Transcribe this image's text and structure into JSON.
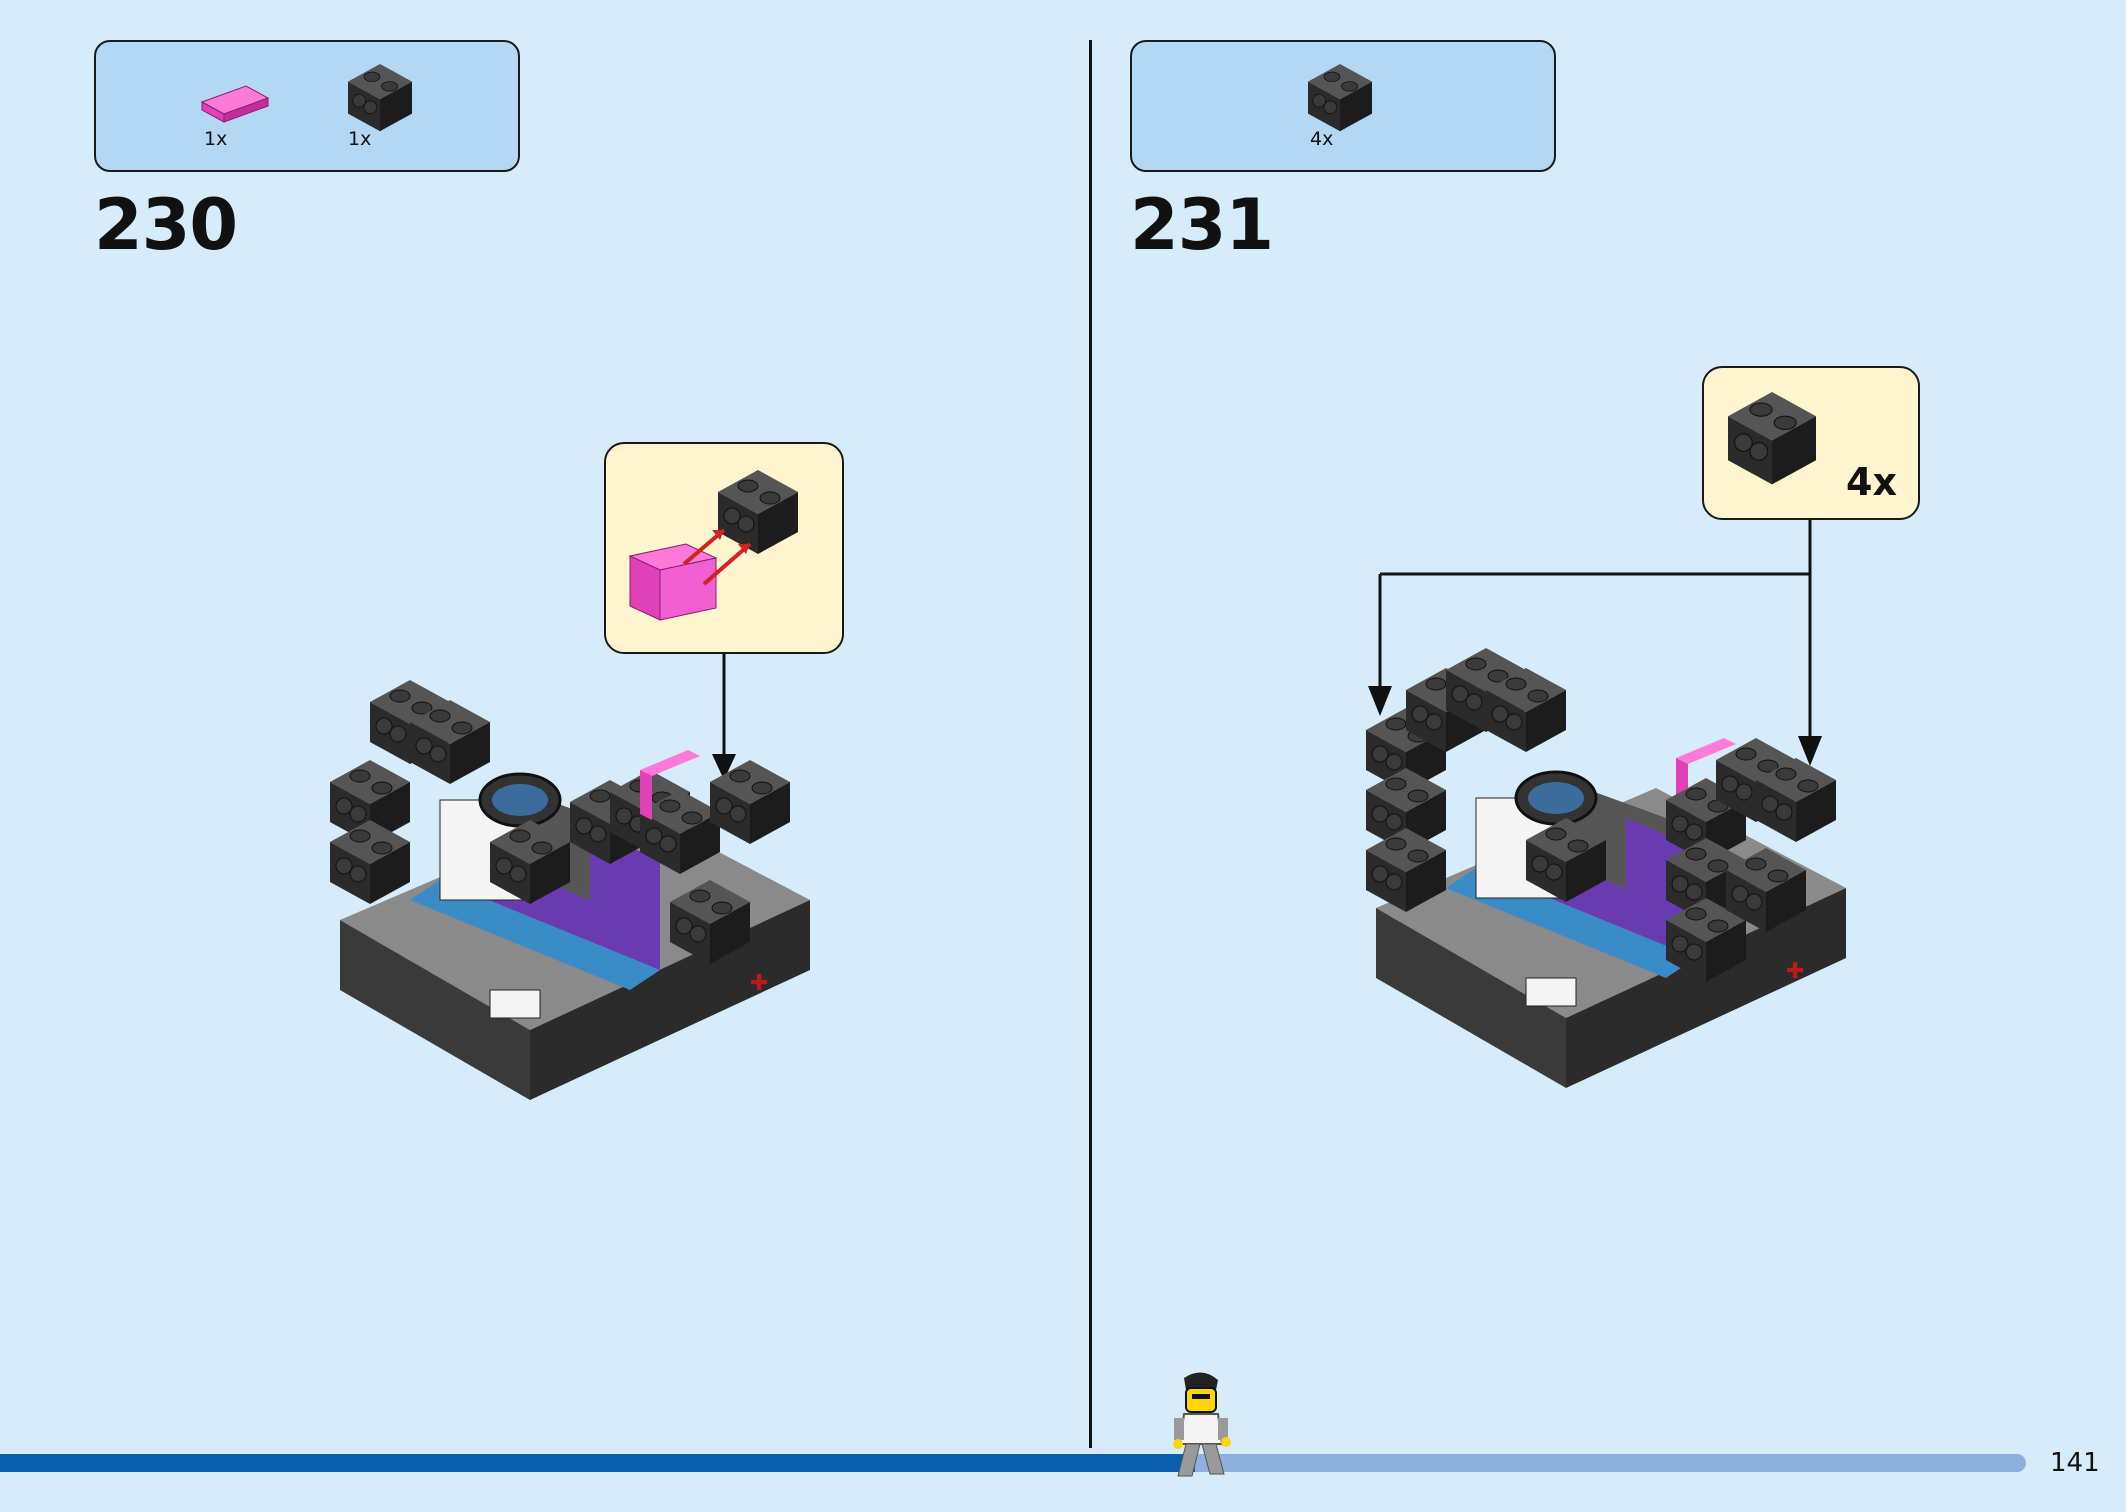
{
  "steps": [
    {
      "number": "230",
      "parts": [
        {
          "icon": "magenta-tile-icon",
          "qty": "1x"
        },
        {
          "icon": "black-brick-1x2-icon",
          "qty": "1x"
        }
      ]
    },
    {
      "number": "231",
      "parts": [
        {
          "icon": "black-brick-1x2-icon",
          "qty": "4x"
        }
      ],
      "callout_qty": "4x"
    }
  ],
  "progress": {
    "fraction": 0.59
  },
  "page_number": "141",
  "colors": {
    "background": "#d6ecfb",
    "parts_box": "#b4d7f4",
    "callout": "#fff6cf",
    "progress_fill": "#0c5fae",
    "progress_track": "#8fb0df",
    "brick_black": "#2b2b2b",
    "tile_magenta": "#f050c8",
    "assembly_blue": "#3a8cc8",
    "assembly_purple": "#6a3ab0"
  }
}
